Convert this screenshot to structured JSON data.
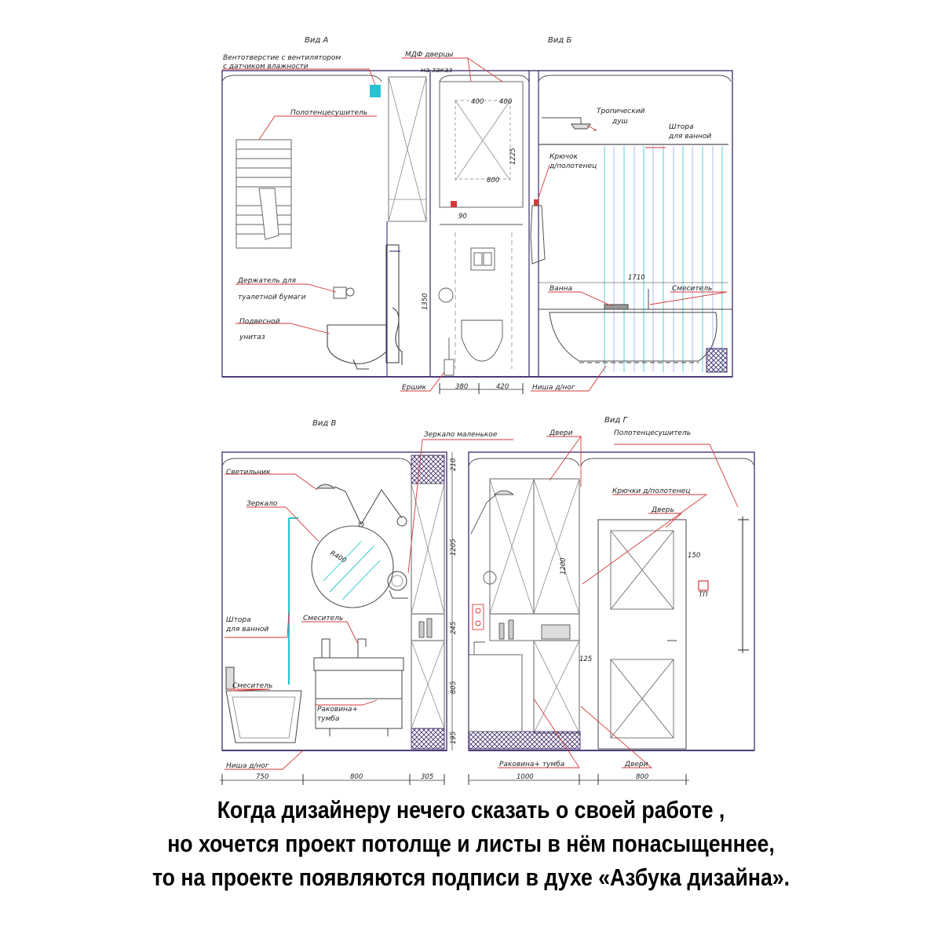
{
  "views": {
    "a": {
      "title": "Вид А",
      "vent_1": "Вентотверстие с вентилятором",
      "vent_2": "с датчиком влажности",
      "towel_dryer": "Полотенцесушитель",
      "paper_1": "Держатель для",
      "paper_2": "туалетной бумаги",
      "toilet_1": "Подвесной",
      "toilet_2": "унитаз",
      "brush": "Ершик",
      "dim_1350": "1350"
    },
    "mid": {
      "mdf_1": "МДФ дверцы",
      "mdf_2": "на заказ",
      "dim_400a": "400",
      "dim_400b": "400",
      "dim_1225": "1225",
      "dim_800": "800",
      "dim_90": "90",
      "dim_380": "380",
      "dim_420": "420",
      "niche": "Ниша д/ног"
    },
    "b": {
      "title": "Вид Б",
      "shower_1": "Тропический",
      "shower_2": "душ",
      "curtain_1": "Штора",
      "curtain_2": "для ванной",
      "hook_1": "Крючок",
      "hook_2": "д/полотенец",
      "dim_1710": "1710",
      "bath": "Ванна",
      "mixer": "Смеситель"
    },
    "v": {
      "title": "Вид В",
      "small_mirror": "Зеркало маленькое",
      "lamp": "Светильник",
      "mirror": "Зеркало",
      "r400": "R400",
      "curtain_1": "Штора",
      "curtain_2": "для ванной",
      "mixer_sink": "Смеситель",
      "mixer_bath": "Смеситель",
      "sink_1": "Раковина+",
      "sink_2": "тумба",
      "niche": "Ниша д/ног",
      "dim_210": "210",
      "dim_1205": "1205",
      "dim_245": "245",
      "dim_805": "805",
      "dim_195": "195",
      "dim_750": "750",
      "dim_800": "800",
      "dim_305": "305"
    },
    "g": {
      "title": "Вид Г",
      "doors_top": "Двери",
      "towel_dryer": "Полотенцесушитель",
      "hooks": "Крючки д/полотенец",
      "door": "Дверь",
      "dim_1200": "1200",
      "dim_150": "150",
      "dim_125": "125",
      "tp": "ТП",
      "sink": "Раковина+ тумба",
      "doors_bottom": "Двери",
      "dim_1000": "1000",
      "dim_800": "800"
    }
  },
  "caption": {
    "line1": "Когда дизайнеру нечего сказать о своей работе ,",
    "line2": "но хочется проект потолще и листы в нём понасыщеннее,",
    "line3": "то на проекте появляются подписи в духе «Азбука дизайна»."
  },
  "colors": {
    "wall": "#3d2a6b",
    "leader": "#d43a3a",
    "cyan": "#27c3d4",
    "dim": "#333333",
    "light": "#8a8a8a"
  }
}
